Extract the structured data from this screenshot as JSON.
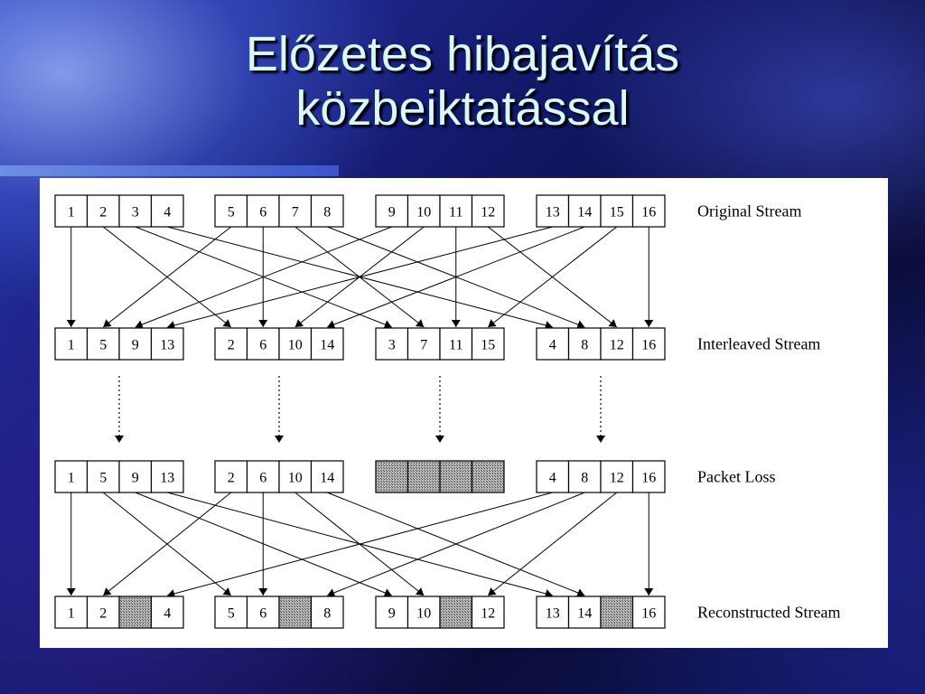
{
  "slide": {
    "title_line1": "Előzetes hibajavítás",
    "title_line2": "közbeiktatással"
  },
  "diagram": {
    "row_labels": [
      "Original Stream",
      "Interleaved Stream",
      "Packet Loss",
      "Reconstructed Stream"
    ],
    "rows": [
      [
        [
          "1",
          "2",
          "3",
          "4"
        ],
        [
          "5",
          "6",
          "7",
          "8"
        ],
        [
          "9",
          "10",
          "11",
          "12"
        ],
        [
          "13",
          "14",
          "15",
          "16"
        ]
      ],
      [
        [
          "1",
          "5",
          "9",
          "13"
        ],
        [
          "2",
          "6",
          "10",
          "14"
        ],
        [
          "3",
          "7",
          "11",
          "15"
        ],
        [
          "4",
          "8",
          "12",
          "16"
        ]
      ],
      [
        [
          "1",
          "5",
          "9",
          "13"
        ],
        [
          "2",
          "6",
          "10",
          "14"
        ],
        null,
        [
          "4",
          "8",
          "12",
          "16"
        ]
      ],
      [
        [
          "1",
          "2",
          null,
          "4"
        ],
        [
          "5",
          "6",
          null,
          "8"
        ],
        [
          "9",
          "10",
          null,
          "12"
        ],
        [
          "13",
          "14",
          null,
          "16"
        ]
      ]
    ],
    "colors": {
      "lost_fill": "#8a8a8a",
      "title_text": "#d8f7ff"
    }
  }
}
